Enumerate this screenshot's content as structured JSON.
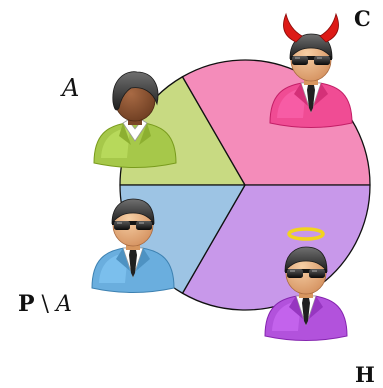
{
  "labels": {
    "a": "A",
    "p": "P",
    "setminus": "\\",
    "p_minus_a_a": "A",
    "c": "C",
    "h": "H"
  },
  "regions": [
    {
      "id": "a",
      "color": "#c8da82"
    },
    {
      "id": "c",
      "color": "#f48cba"
    },
    {
      "id": "h",
      "color": "#c898ea"
    },
    {
      "id": "p-minus-a",
      "color": "#9dc4e4"
    }
  ],
  "figures": [
    {
      "id": "a",
      "role": "woman",
      "suit": "#a6c84a",
      "skin": "#8a5434",
      "hair": "#3a3a3a",
      "sunglasses": false,
      "accessory": "none"
    },
    {
      "id": "c",
      "role": "man",
      "suit": "#f04c94",
      "skin": "#e8b080",
      "hair": "#303030",
      "sunglasses": true,
      "accessory": "devil-horns"
    },
    {
      "id": "h",
      "role": "man",
      "suit": "#b252dc",
      "skin": "#e8b080",
      "hair": "#303030",
      "sunglasses": true,
      "accessory": "halo"
    },
    {
      "id": "p-minus-a",
      "role": "man",
      "suit": "#6aaede",
      "skin": "#e8b080",
      "hair": "#303030",
      "sunglasses": true,
      "accessory": "none"
    }
  ]
}
